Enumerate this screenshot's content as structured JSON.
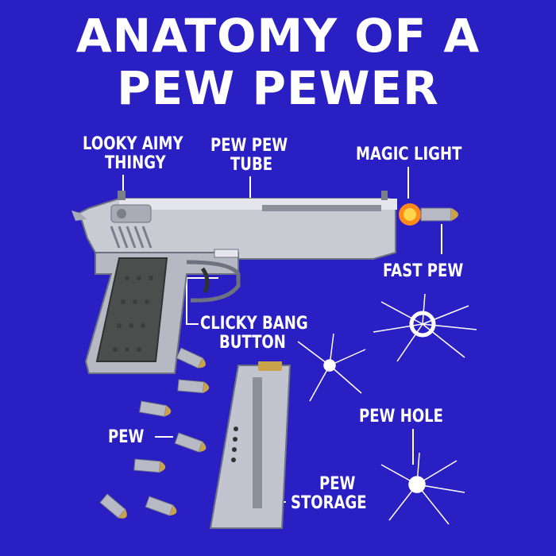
{
  "title": {
    "line1": "ANATOMY OF A",
    "line2": "PEW PEWER"
  },
  "labels": {
    "looky_line1": "LOOKY AIMY",
    "looky_line2": "THINGY",
    "tube_line1": "PEW PEW",
    "tube_line2": "TUBE",
    "magic_light": "MAGIC LIGHT",
    "fast_pew": "FAST PEW",
    "clicky_line1": "CLICKY BANG",
    "clicky_line2": "BUTTON",
    "pew": "PEW",
    "pew_hole": "PEW HOLE",
    "storage_line1": "PEW",
    "storage_line2": "STORAGE"
  },
  "colors": {
    "background": "#2a1fc2",
    "text": "#ffffff",
    "slide": "#c9cbd3",
    "grip": "#4a4f4d",
    "brass": "#c9a24a"
  }
}
